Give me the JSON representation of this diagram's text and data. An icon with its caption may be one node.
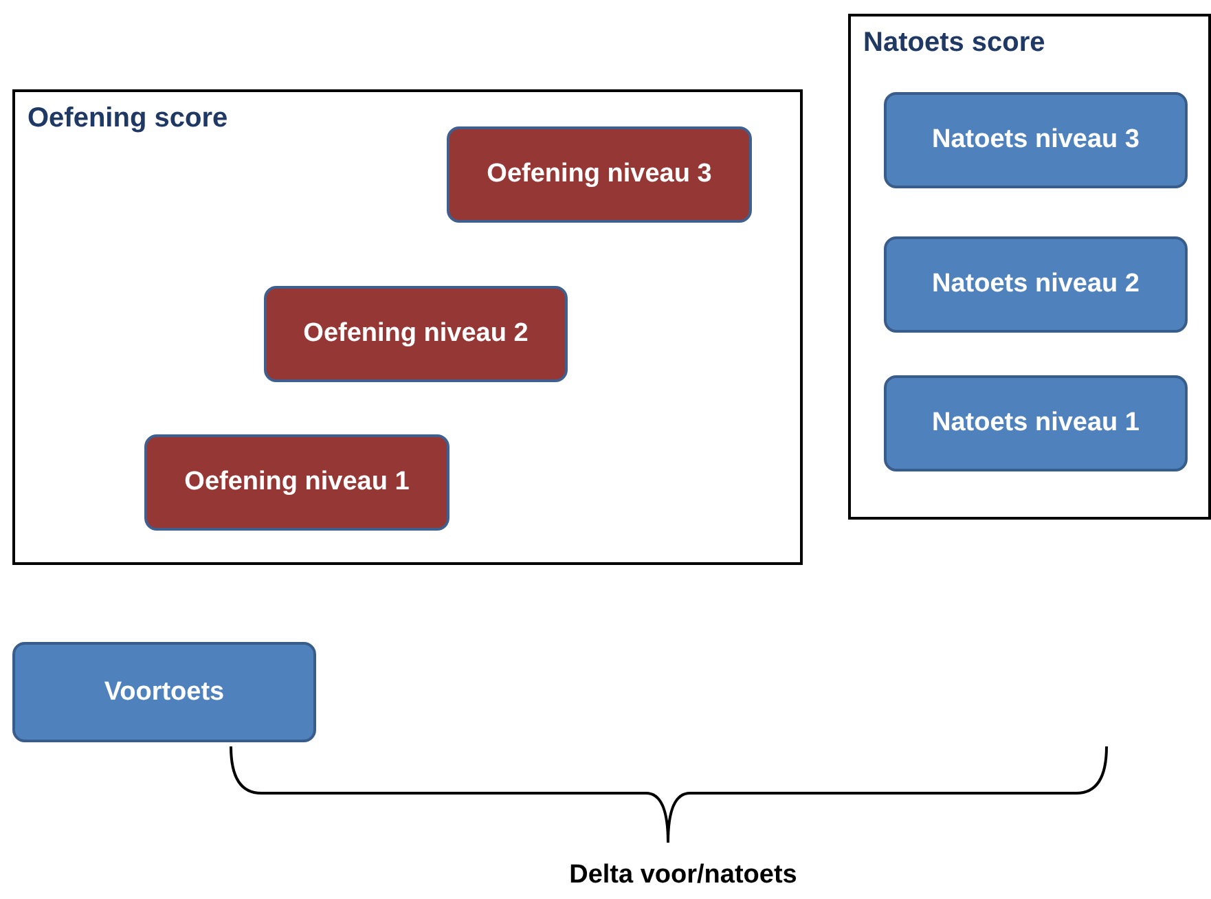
{
  "diagram": {
    "nodes": [
      {
        "text": [
          "Oefening score"
        ]
      },
      {
        "text": [
          "Oefening niveau 3"
        ],
        "in": 0
      },
      {
        "text": [
          "Oefening niveau 2"
        ],
        "in": 0
      },
      {
        "text": [
          "Oefening niveau 1"
        ],
        "in": 0
      },
      {
        "text": [
          "Natoets score"
        ]
      },
      {
        "text": [
          "Natoets niveau 3"
        ],
        "in": 4
      },
      {
        "text": [
          "Natoets niveau 2"
        ],
        "in": 4
      },
      {
        "text": [
          "Natoets niveau 1"
        ],
        "in": 4
      },
      {
        "text": [
          "Voortoets"
        ]
      }
    ],
    "labels": [
      "Delta voor/natoets"
    ]
  }
}
